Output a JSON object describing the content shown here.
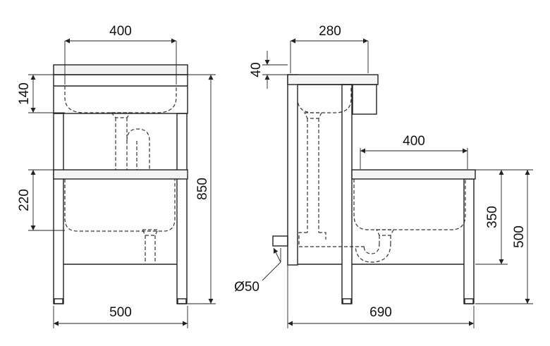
{
  "diagram": {
    "front_view": {
      "dim_sink_width": "400",
      "dim_sink_depth": "140",
      "dim_lower_depth": "220",
      "dim_total_height": "850",
      "dim_total_width": "500"
    },
    "side_view": {
      "dim_upper_depth": "280",
      "dim_rim": "40",
      "dim_lower_width": "400",
      "dim_lower_basin": "350",
      "dim_lower_height": "500",
      "dim_total_depth": "690",
      "dim_drain": "Ø50"
    }
  }
}
